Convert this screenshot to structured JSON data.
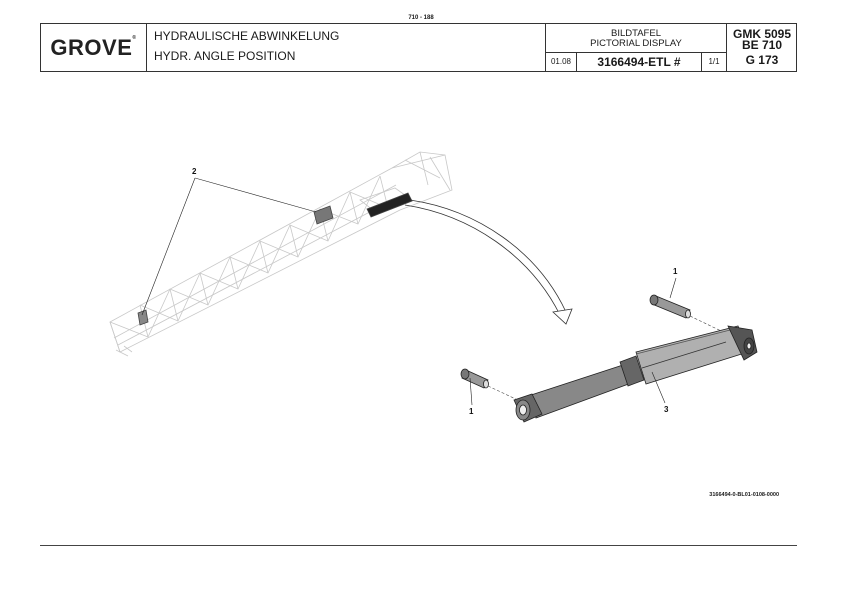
{
  "page": {
    "page_number": "710 - 188"
  },
  "header": {
    "logo": "GROVE",
    "logo_mark": "®",
    "title_de": "HYDRAULISCHE ABWINKELUNG",
    "title_en": "HYDR. ANGLE POSITION",
    "pictorial_de": "BILDTAFEL",
    "pictorial_en": "PICTORIAL DISPLAY",
    "date": "01.08",
    "part_number": "3166494-ETL #",
    "sheet": "1/1",
    "model_line1": "GMK 5095",
    "model_line2": "BE 710",
    "model_line3": "G 173"
  },
  "callouts": {
    "item_1": "1",
    "item_2": "2",
    "item_3": "3"
  },
  "drawing_reference": "3166494-0-BL01-0108-0000"
}
